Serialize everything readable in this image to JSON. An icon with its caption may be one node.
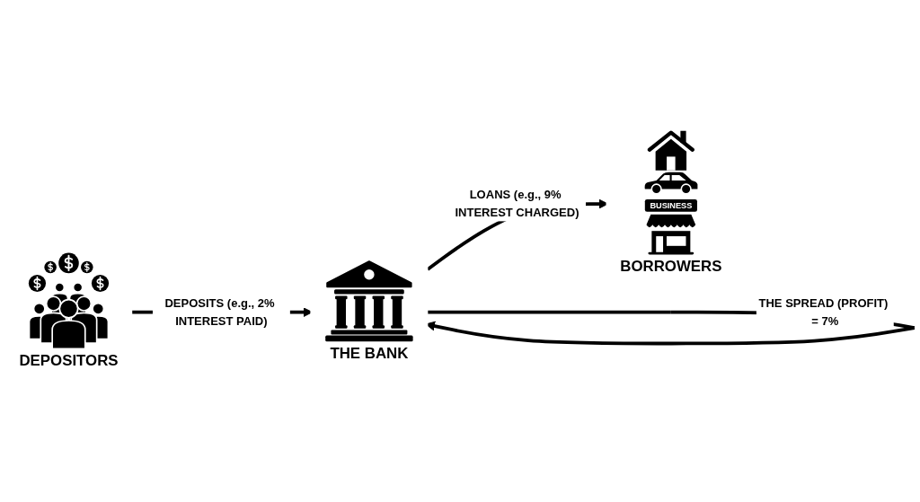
{
  "diagram": {
    "nodes": [
      {
        "text": [
          "DEPOSITORS"
        ]
      },
      {
        "text": [
          "THE BANK"
        ]
      },
      {
        "text": [
          "BUSINESS",
          "BORROWERS"
        ]
      }
    ],
    "edges": [
      {
        "from": 0,
        "to": 1,
        "arrow": "to",
        "label": "DEPOSITS (e.g., 2% INTEREST PAID)"
      },
      {
        "from": 1,
        "to": 2,
        "arrow": "to",
        "label": "LOANS (e.g., 9% INTEREST CHARGED)"
      },
      {
        "from": 1,
        "to": 1,
        "arrow": "to",
        "label": "THE SPREAD (PROFIT) = 7%"
      }
    ]
  }
}
